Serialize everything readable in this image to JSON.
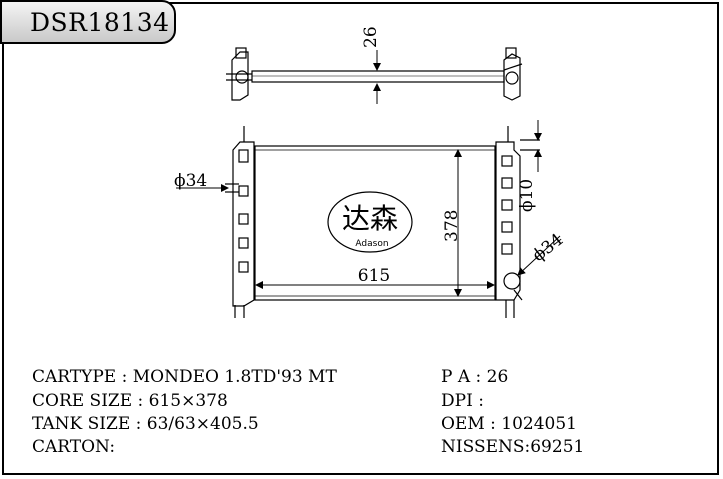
{
  "part_number": "DSR18134",
  "drawing": {
    "dim_thickness": "26",
    "dim_inlet": "ϕ34",
    "dim_outlet": "ϕ34",
    "dim_height": "378",
    "dim_width": "615",
    "dim_filler": "ϕ10",
    "logo_cn": "达森",
    "logo_en": "Adason"
  },
  "specs": {
    "cartype": "CARTYPE : MONDEO 1.8TD'93 MT",
    "core_size": "CORE SIZE : 615×378",
    "tank_size": "TANK SIZE : 63/63×405.5",
    "carton": "CARTON:",
    "pa": "P A : 26",
    "dpi": "DPI :",
    "oem": "OEM : 1024051",
    "nissens": "NISSENS:69251"
  }
}
